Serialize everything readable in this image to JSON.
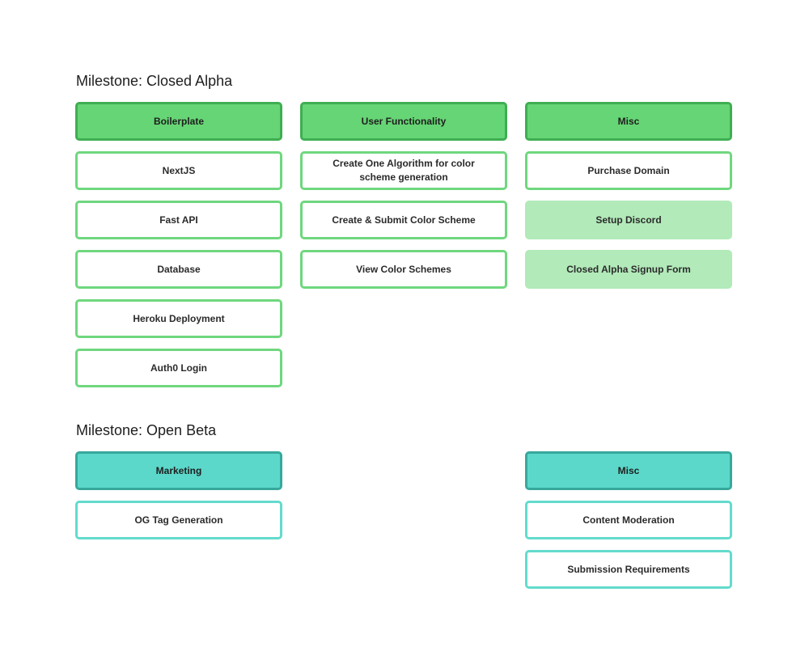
{
  "colors": {
    "alpha_header": "#66d575",
    "alpha_border": "#6fd77e",
    "alpha_done": "#b2eab9",
    "beta_header": "#5bd8ca",
    "beta_border": "#63dbcd"
  },
  "closed_alpha": {
    "title": "Milestone: Closed Alpha",
    "boilerplate": {
      "header": "Boilerplate",
      "items": [
        "NextJS",
        "Fast API",
        "Database",
        "Heroku Deployment",
        "Auth0 Login"
      ]
    },
    "user_functionality": {
      "header": "User Functionality",
      "items": [
        "Create One Algorithm for color scheme generation",
        "Create & Submit Color Scheme",
        "View Color Schemes"
      ]
    },
    "misc": {
      "header": "Misc",
      "items": [
        "Purchase Domain",
        "Setup Discord",
        "Closed Alpha Signup Form"
      ]
    }
  },
  "open_beta": {
    "title": "Milestone: Open Beta",
    "marketing": {
      "header": "Marketing",
      "items": [
        "OG Tag Generation"
      ]
    },
    "misc": {
      "header": "Misc",
      "items": [
        "Content Moderation",
        "Submission Requirements"
      ]
    }
  }
}
